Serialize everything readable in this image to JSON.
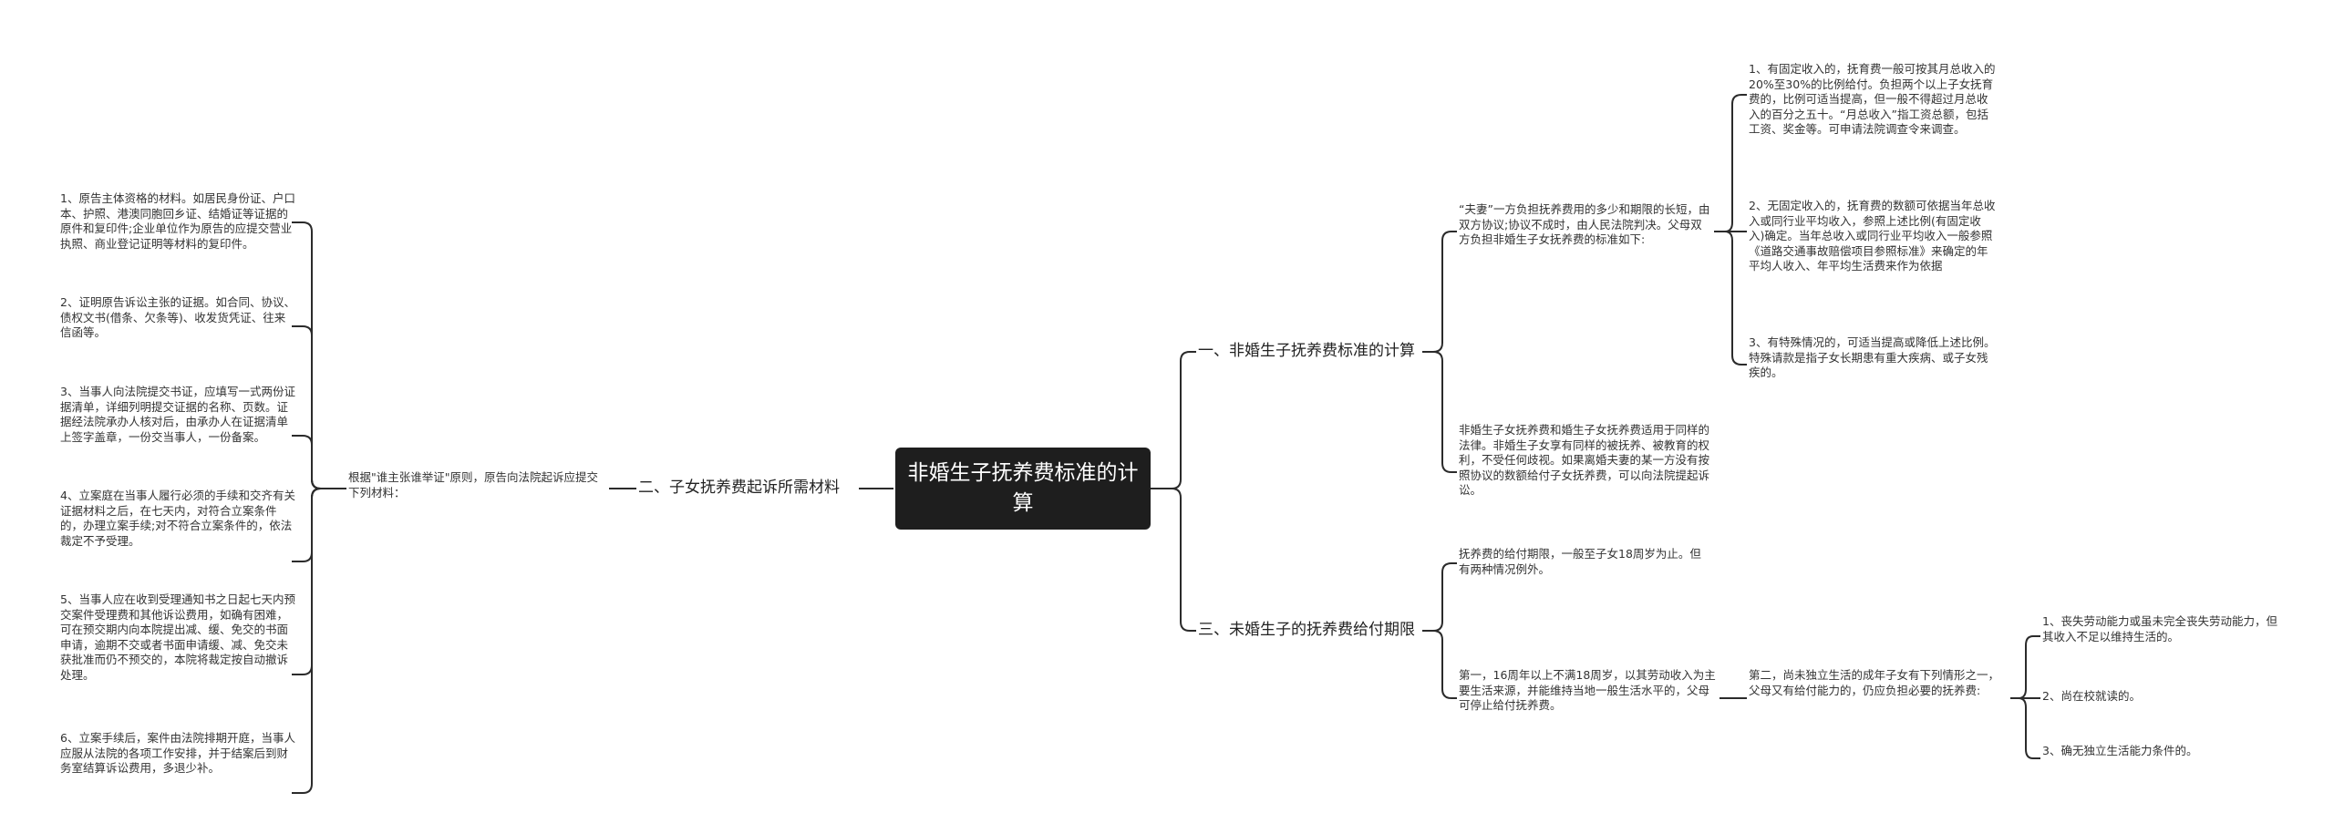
{
  "root": {
    "title": "非婚生子抚养费标准的计算"
  },
  "left": {
    "branch": {
      "label": "二、子女抚养费起诉所需材料"
    },
    "sub": {
      "text": "根据\"谁主张谁举证\"原则，原告向法院起诉应提交下列材料："
    },
    "items": [
      "1、原告主体资格的材料。如居民身份证、户口本、护照、港澳同胞回乡证、结婚证等证据的原件和复印件;企业单位作为原告的应提交营业执照、商业登记证明等材料的复印件。",
      "2、证明原告诉讼主张的证据。如合同、协议、债权文书(借条、欠条等)、收发货凭证、往来信函等。",
      "3、当事人向法院提交书证，应填写一式两份证据清单，详细列明提交证据的名称、页数。证据经法院承办人核对后，由承办人在证据清单上签字盖章，一份交当事人，一份备案。",
      "4、立案庭在当事人履行必须的手续和交齐有关证据材料之后，在七天内，对符合立案条件的，办理立案手续;对不符合立案条件的，依法裁定不予受理。",
      "5、当事人应在收到受理通知书之日起七天内预交案件受理费和其他诉讼费用，如确有困难，可在预交期内向本院提出减、缓、免交的书面申请，逾期不交或者书面申请缓、减、免交未获批准而仍不预交的，本院将裁定按自动撤诉处理。",
      "6、立案手续后，案件由法院排期开庭，当事人应服从法院的各项工作安排，并于结案后到财务室结算诉讼费用，多退少补。"
    ]
  },
  "right": {
    "branch1": {
      "label": "一、非婚生子抚养费标准的计算",
      "sub1": {
        "text": "“夫妻”一方负担抚养费用的多少和期限的长短，由双方协议;协议不成时，由人民法院判决。父母双方负担非婚生子女抚养费的标准如下:",
        "items": [
          "1、有固定收入的，抚育费一般可按其月总收入的20%至30%的比例给付。负担两个以上子女抚育费的，比例可适当提高，但一般不得超过月总收入的百分之五十。“月总收入”指工资总额，包括工资、奖金等。可申请法院调查令来调查。",
          "2、无固定收入的，抚育费的数额可依据当年总收入或同行业平均收入，参照上述比例(有固定收入)确定。当年总收入或同行业平均收入一般参照《道路交通事故赔偿项目参照标准》来确定的年平均人收入、年平均生活费来作为依据",
          "3、有特殊情况的，可适当提高或降低上述比例。特殊请款是指子女长期患有重大疾病、或子女残疾的。"
        ]
      },
      "sub2": {
        "text": "非婚生子女抚养费和婚生子女抚养费适用于同样的法律。非婚生子女享有同样的被抚养、被教育的权利，不受任何歧视。如果离婚夫妻的某一方没有按照协议的数额给付子女抚养费，可以向法院提起诉讼。"
      }
    },
    "branch2": {
      "label": "三、未婚生子的抚养费给付期限",
      "sub1": {
        "text": "抚养费的给付期限，一般至子女18周岁为止。但有两种情况例外。"
      },
      "sub2": {
        "text": "第一，16周年以上不满18周岁，以其劳动收入为主要生活来源，并能维持当地一般生活水平的，父母可停止给付抚养费。",
        "child": {
          "text": "第二，尚未独立生活的成年子女有下列情形之一，父母又有给付能力的，仍应负担必要的抚养费:",
          "items": [
            "1、丧失劳动能力或虽未完全丧失劳动能力，但其收入不足以维持生活的。",
            "2、尚在校就读的。",
            "3、确无独立生活能力条件的。"
          ]
        }
      }
    }
  }
}
